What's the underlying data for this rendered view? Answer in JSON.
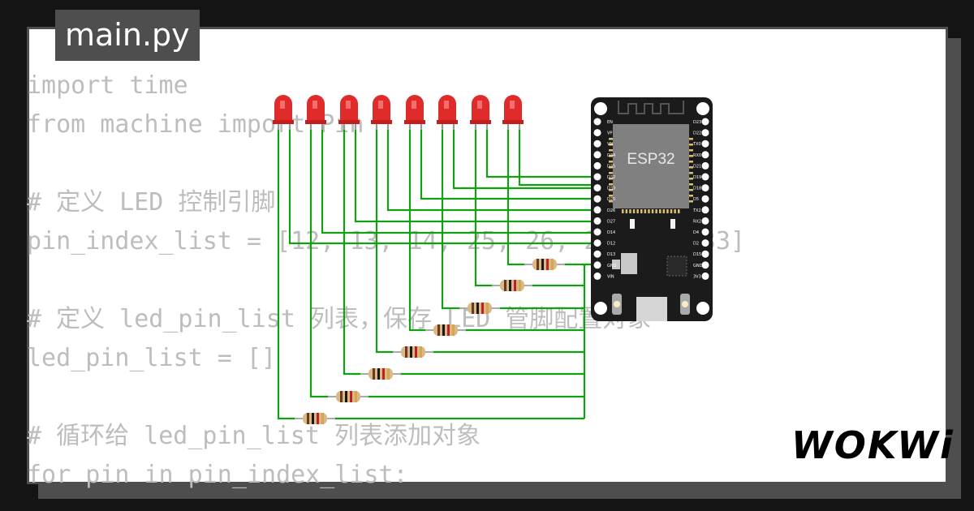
{
  "file_tab": "main.py",
  "code_lines": [
    "import time",
    "from machine import Pin",
    "",
    "# 定义 LED 控制引脚",
    "pin_index_list = [12, 13, 14, 25, 26, 27, 32, 33]",
    "",
    "# 定义 led_pin_list 列表，保存 LED 管脚配置对象",
    "led_pin_list = []",
    "",
    "# 循环给 led_pin_list 列表添加对象",
    "for pin in pin_index_list:"
  ],
  "board": {
    "name": "ESP32",
    "left_pins": [
      "EN",
      "VP",
      "VN",
      "D34",
      "D35",
      "D32",
      "D33",
      "D25",
      "D26",
      "D27",
      "D14",
      "D12",
      "D13",
      "GND",
      "VIN"
    ],
    "right_pins": [
      "D23",
      "D22",
      "TX0",
      "RX0",
      "D21",
      "D19",
      "D18",
      "D5",
      "TX2",
      "RX2",
      "D4",
      "D2",
      "D15",
      "GND",
      "3V3"
    ]
  },
  "leds": {
    "count": 8,
    "color": "#e02b2b"
  },
  "resistors": {
    "count": 8
  },
  "wire_color": "#12a012",
  "logo": "WOKWi"
}
